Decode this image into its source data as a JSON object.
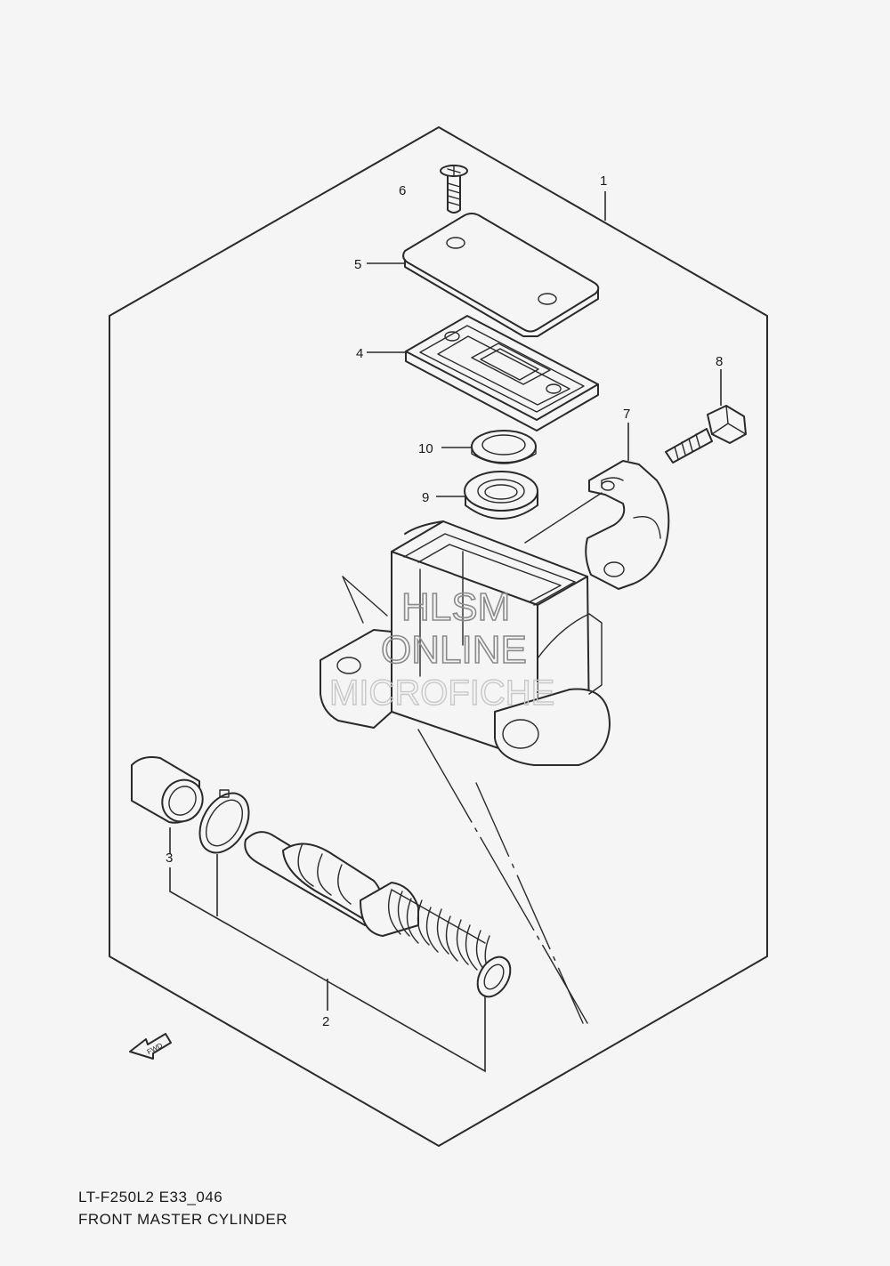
{
  "callouts": {
    "c1": "1",
    "c2": "2",
    "c3": "3",
    "c4": "4",
    "c5": "5",
    "c6": "6",
    "c7": "7",
    "c8": "8",
    "c9": "9",
    "c10": "10"
  },
  "fwd_marker": "FWD",
  "watermark": {
    "line1": "HLSM",
    "line2": "ONLINE",
    "line3": "MICROFICHE"
  },
  "diagram_code": "LT-F250L2 E33_046",
  "diagram_title": "FRONT MASTER CYLINDER"
}
